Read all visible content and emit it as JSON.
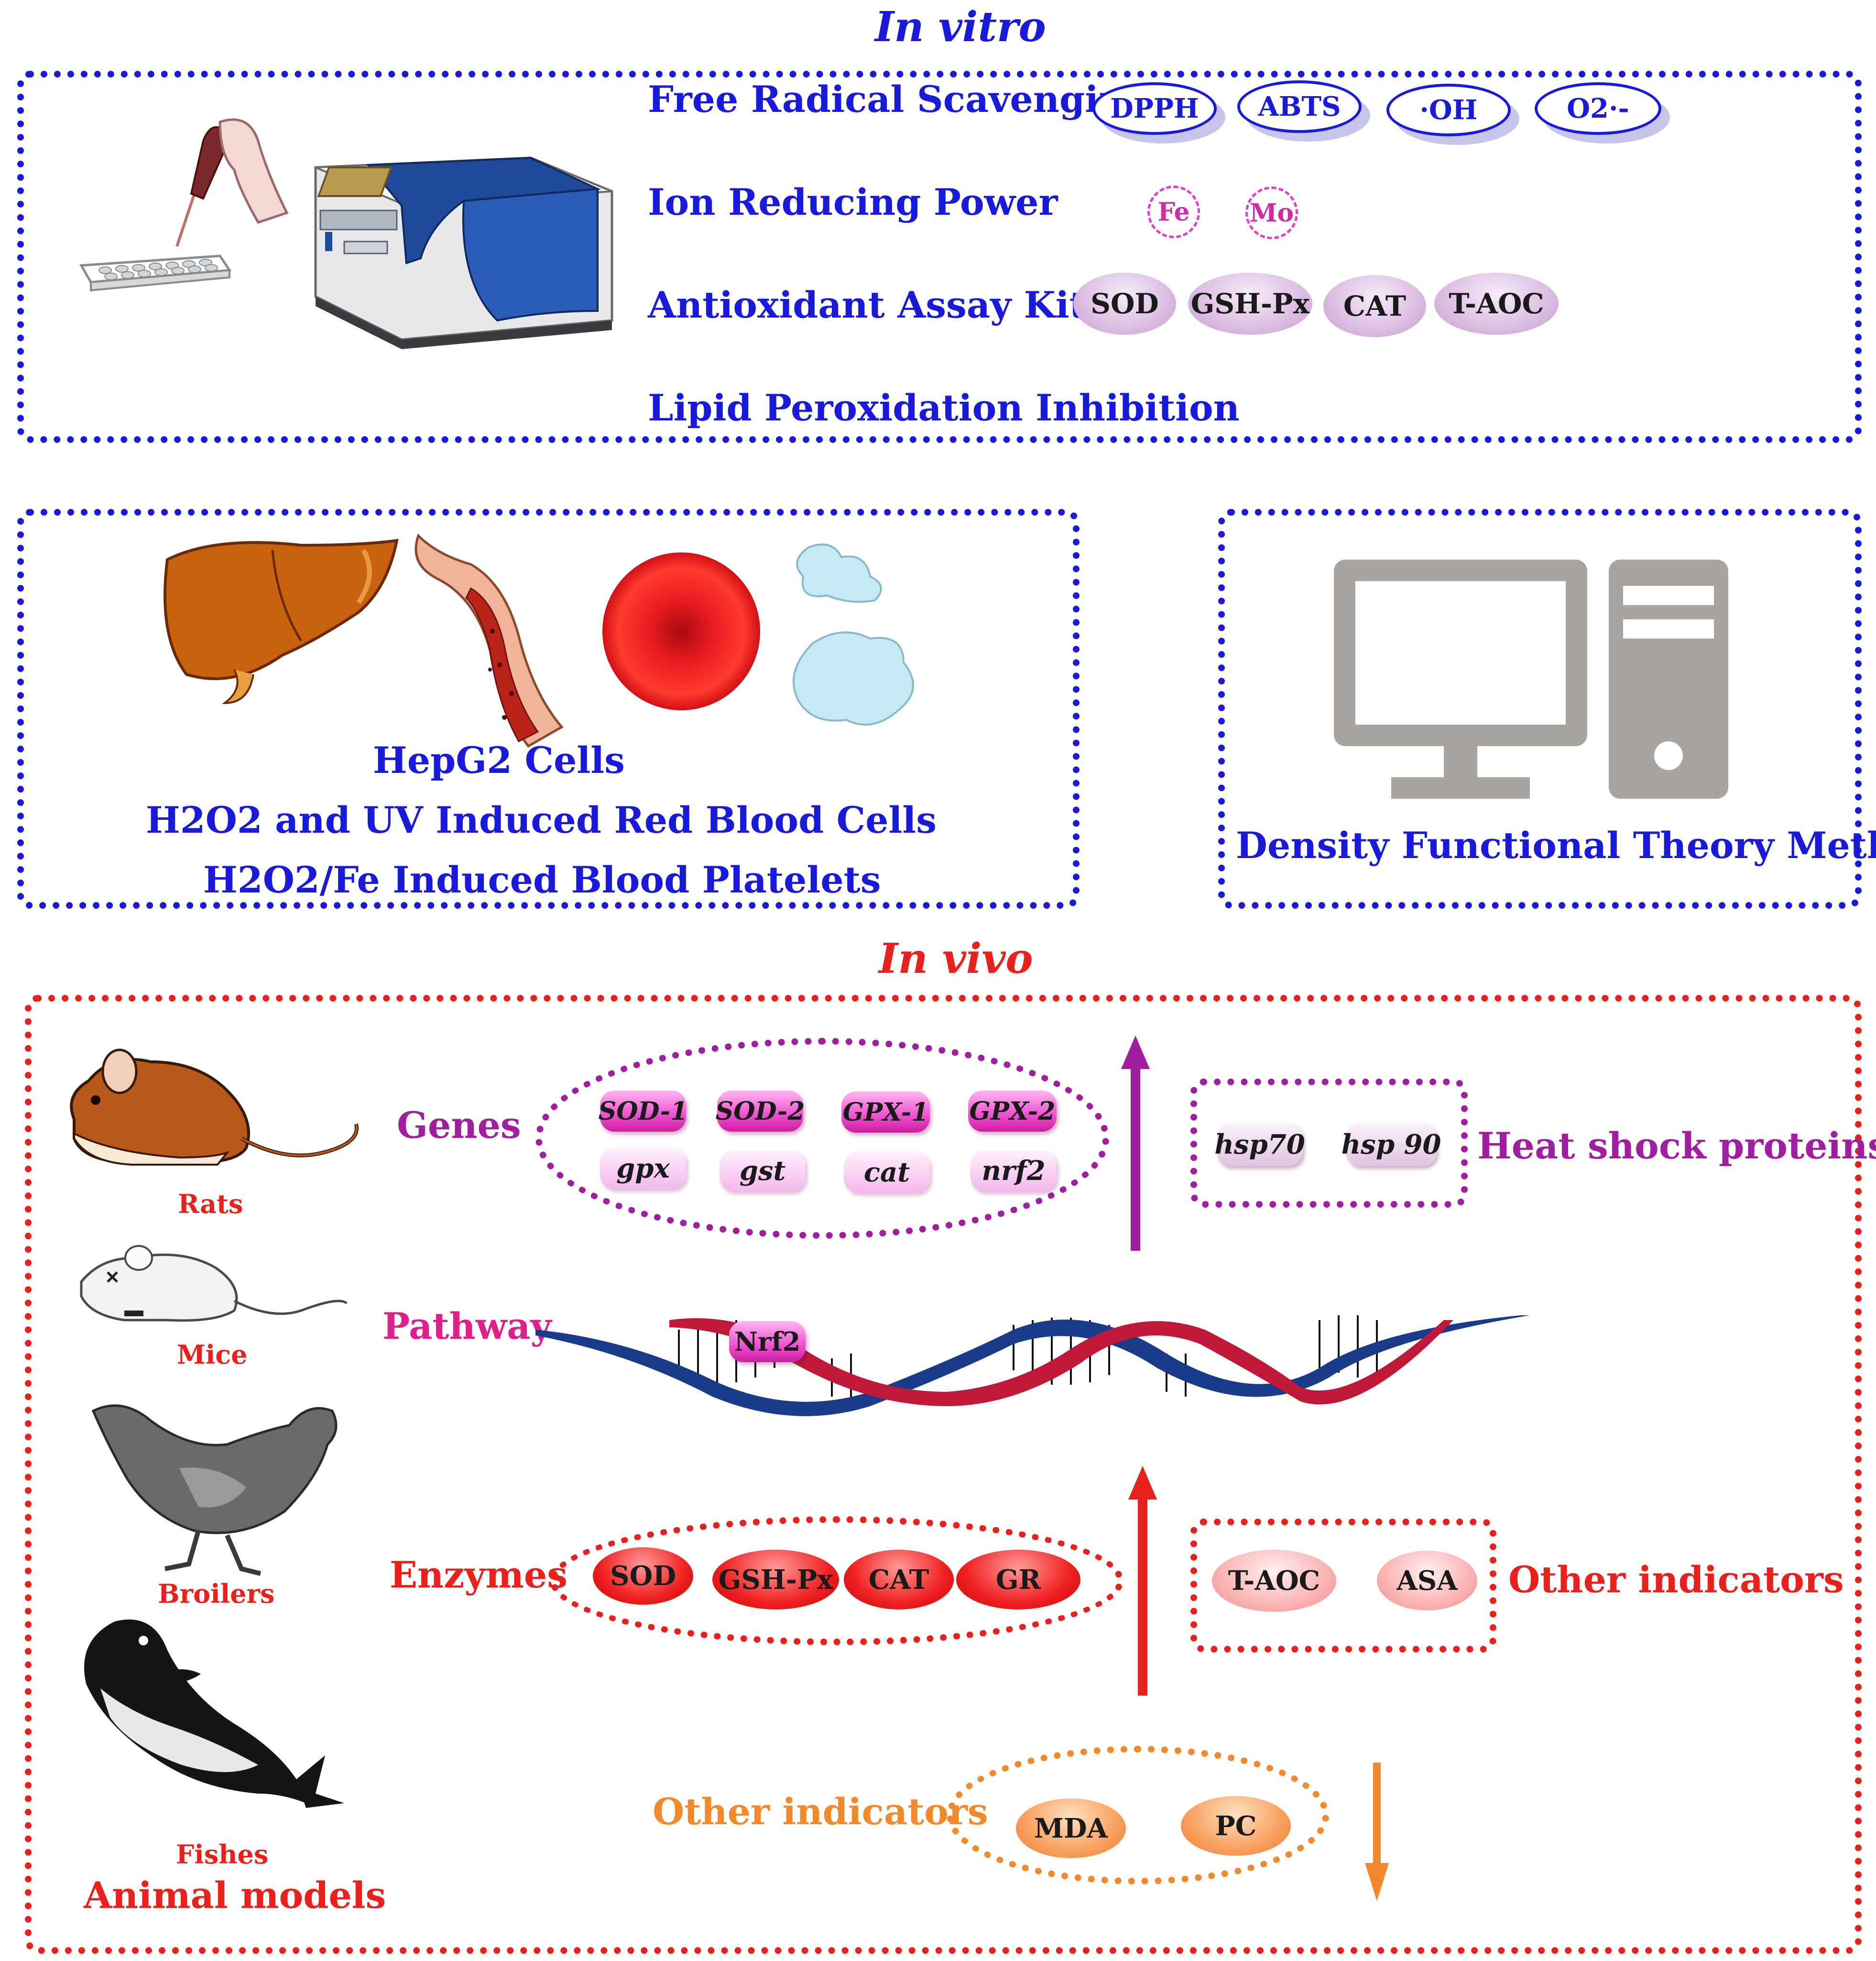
{
  "in_vitro": {
    "title": "In vitro",
    "rows": {
      "free_radical": "Free Radical Scavenging",
      "ion_reducing": "Ion Reducing Power",
      "assay_kits": "Antioxidant Assay Kits",
      "lipid": "Lipid Peroxidation Inhibition"
    },
    "radicals": [
      "DPPH",
      "ABTS",
      "·OH",
      "O2·-"
    ],
    "ions": [
      "Fe",
      "Mo"
    ],
    "kits": [
      "SOD",
      "GSH-Px",
      "CAT",
      "T-AOC"
    ]
  },
  "cells": {
    "line1": "HepG2 Cells",
    "line2": "H2O2 and UV Induced Red Blood Cells",
    "line3": "H2O2/Fe Induced Blood Platelets"
  },
  "dft": {
    "label": "Density Functional Theory Method"
  },
  "in_vivo": {
    "title": "In vivo",
    "animals": [
      "Rats",
      "Mice",
      "Broilers",
      "Fishes"
    ],
    "animal_models": "Animal models",
    "genes_label": "Genes",
    "genes_row1": [
      "SOD-1",
      "SOD-2",
      "GPX-1",
      "GPX-2"
    ],
    "genes_row2": [
      "gpx",
      "gst",
      "cat",
      "nrf2"
    ],
    "hsp": [
      "hsp70",
      "hsp 90"
    ],
    "hsp_label": "Heat shock proteins",
    "pathway_label": "Pathway",
    "nrf2": "Nrf2",
    "enzymes_label": "Enzymes",
    "enzymes": [
      "SOD",
      "GSH-Px",
      "CAT",
      "GR"
    ],
    "other_up": [
      "T-AOC",
      "ASA"
    ],
    "other_up_label": "Other indicators",
    "other_down_label": "Other indicators",
    "other_down": [
      "MDA",
      "PC"
    ]
  },
  "colors": {
    "blue": "#1a1adb",
    "red": "#e8211c",
    "magenta": "#a01fa0",
    "pink": "#e0208a",
    "orange": "#f08a2c"
  }
}
